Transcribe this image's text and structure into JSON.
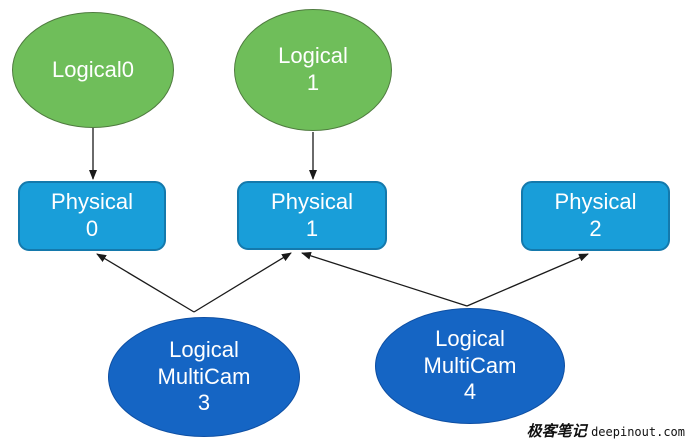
{
  "diagram": {
    "nodes": {
      "logical0": {
        "label": "Logical0",
        "shape": "ellipse"
      },
      "logical1": {
        "label": "Logical\n1",
        "shape": "ellipse"
      },
      "physical0": {
        "label": "Physical\n0",
        "shape": "rounded-rect"
      },
      "physical1": {
        "label": "Physical\n1",
        "shape": "rounded-rect"
      },
      "physical2": {
        "label": "Physical\n2",
        "shape": "rounded-rect"
      },
      "multicam3": {
        "label": "Logical\nMultiCam\n3",
        "shape": "ellipse"
      },
      "multicam4": {
        "label": "Logical\nMultiCam\n4",
        "shape": "ellipse"
      }
    },
    "edges": [
      {
        "from": "logical0",
        "to": "physical0"
      },
      {
        "from": "logical1",
        "to": "physical1"
      },
      {
        "from": "multicam3",
        "to": "physical0"
      },
      {
        "from": "multicam3",
        "to": "physical1"
      },
      {
        "from": "multicam4",
        "to": "physical1"
      },
      {
        "from": "multicam4",
        "to": "physical2"
      }
    ],
    "colors": {
      "logical_fill": "#6FBE5A",
      "logical_border": "#4F7B3F",
      "physical_fill": "#199ED9",
      "physical_border": "#1479AC",
      "multicam_fill": "#1565C4",
      "multicam_border": "#0E4FA3",
      "arrow": "#1a1a1a",
      "text": "#ffffff"
    },
    "watermark": {
      "cn": "极客笔记",
      "en": "deepinout.com"
    }
  }
}
